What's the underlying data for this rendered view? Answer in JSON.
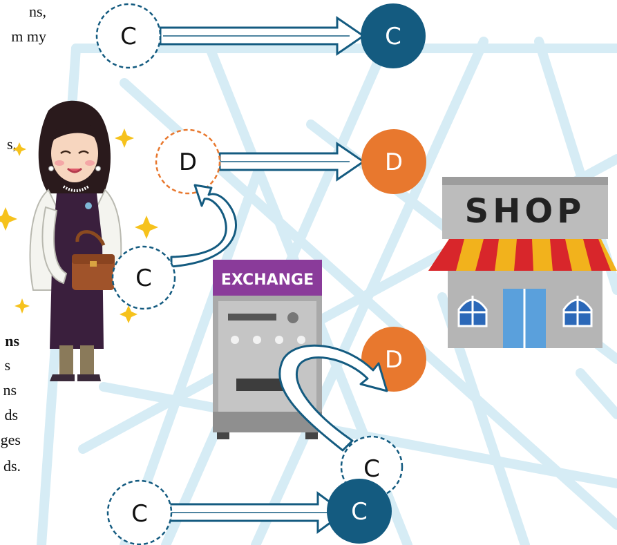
{
  "text_fragments": [
    "ns,",
    "m my",
    "s,",
    "ns",
    "s",
    "ns",
    "ds",
    "ges",
    "ds."
  ],
  "token_letters": {
    "top_left": "C",
    "top_right": "C",
    "mid_left": "D",
    "mid_right": "D",
    "person": "C",
    "exchange_out": "D",
    "exchange_in": "C",
    "bottom_left": "C",
    "bottom_right": "C"
  },
  "exchange_label": "EXCHANGE",
  "shop_sign": "SHOP",
  "colors": {
    "navy": "#145b80",
    "orange": "#e8782e",
    "background_lines": "#d6ecf5",
    "exchange_purple": "#8a3b9a",
    "shop_red": "#d8262b",
    "shop_yellow": "#f2b21c",
    "dress": "#3a1f3d"
  }
}
